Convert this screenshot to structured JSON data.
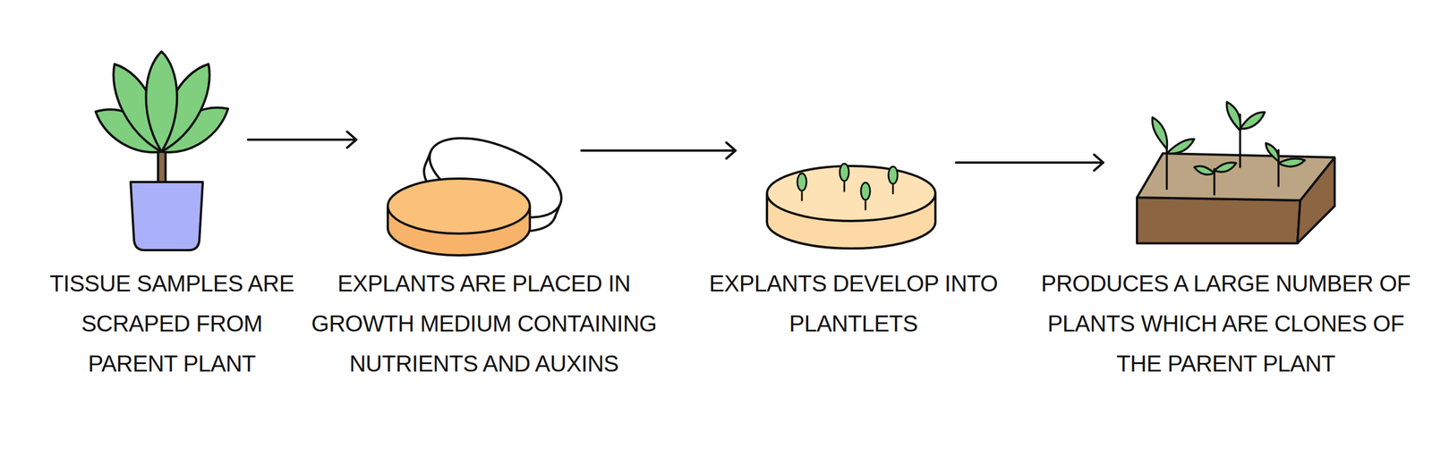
{
  "diagram": {
    "nodes": [
      {
        "text": [
          "TISSUE SAMPLES ARE SCRAPED FROM PARENT PLANT"
        ]
      },
      {
        "text": [
          "EXPLANTS ARE PLACED IN GROWTH MEDIUM CONTAINING NUTRIENTS AND AUXINS"
        ]
      },
      {
        "text": [
          "EXPLANTS DEVELOP INTO PLANTLETS"
        ]
      },
      {
        "text": [
          "PRODUCES A LARGE NUMBER OF PLANTS WHICH ARE CLONES OF THE PARENT PLANT"
        ]
      }
    ],
    "edges": [
      {
        "from": 0,
        "to": 1,
        "arrow": "to"
      },
      {
        "from": 1,
        "to": 2,
        "arrow": "to"
      },
      {
        "from": 2,
        "to": 3,
        "arrow": "to"
      }
    ]
  }
}
